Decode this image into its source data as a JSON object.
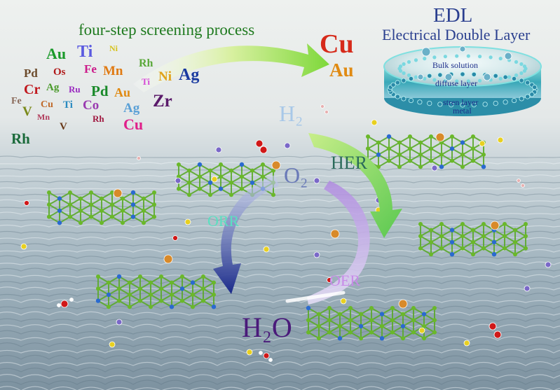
{
  "title": "four-step screening process",
  "elements": [
    {
      "symbol": "Au",
      "color": "#1a9a2a"
    },
    {
      "symbol": "Ti",
      "color": "#5a5ae0"
    },
    {
      "symbol": "Ni",
      "color": "#d6c21a"
    },
    {
      "symbol": "Pd",
      "color": "#6b4a2a"
    },
    {
      "symbol": "Os",
      "color": "#b01818"
    },
    {
      "symbol": "Fe",
      "color": "#cc1b8a"
    },
    {
      "symbol": "Mn",
      "color": "#e07a12"
    },
    {
      "symbol": "Rh",
      "color": "#5aa83a"
    },
    {
      "symbol": "Ni",
      "color": "#e0a21a"
    },
    {
      "symbol": "Ag",
      "color": "#1a3aa0"
    },
    {
      "symbol": "Cr",
      "color": "#c0181d"
    },
    {
      "symbol": "Ag",
      "color": "#4a9a2a"
    },
    {
      "symbol": "Ru",
      "color": "#9a2ac0"
    },
    {
      "symbol": "Pd",
      "color": "#1a8a2a"
    },
    {
      "symbol": "Au",
      "color": "#e08a12"
    },
    {
      "symbol": "Ti",
      "color": "#d64ad6"
    },
    {
      "symbol": "Zr",
      "color": "#5a1a6a"
    },
    {
      "symbol": "Fe",
      "color": "#8a6a5a"
    },
    {
      "symbol": "V",
      "color": "#7a8a1a"
    },
    {
      "symbol": "Cu",
      "color": "#c06a2a"
    },
    {
      "symbol": "Ti",
      "color": "#2a8ac0"
    },
    {
      "symbol": "Co",
      "color": "#9a3ab0"
    },
    {
      "symbol": "Ag",
      "color": "#5aa0d6"
    },
    {
      "symbol": "Mn",
      "color": "#b03a5a"
    },
    {
      "symbol": "Rh",
      "color": "#a01840"
    },
    {
      "symbol": "Cu",
      "color": "#e0208a"
    },
    {
      "symbol": "V",
      "color": "#6a3a1a"
    },
    {
      "symbol": "Rh",
      "color": "#1a6a3a"
    }
  ],
  "selected": [
    {
      "symbol": "Cu",
      "color": "#d62a1a"
    },
    {
      "symbol": "Au",
      "color": "#e08a12"
    }
  ],
  "edl": {
    "title": "EDL",
    "subtitle": "Electrical Double Layer",
    "layers": [
      "Bulk solution",
      "diffuse layer",
      "stren layer",
      "metal"
    ]
  },
  "reactions": {
    "h2": "H₂",
    "her": "HER",
    "o2": "O₂",
    "orr": "ORR",
    "oer": "OER",
    "h2o": "H₂O"
  },
  "colors": {
    "title_green": "#1f7a1f",
    "edl_blue": "#2a3f8f",
    "orr_arrow": "#1a2a8a",
    "oer_arrow": "#a070d8",
    "her_arrow": "#5ac850",
    "h2o_text": "#4a1a7a",
    "carbon": "#6ab82a",
    "nitrogen": "#2a6ad0",
    "oxygen": "#d01818",
    "sulfur": "#e8d020",
    "metal_atom": "#d88a2a",
    "hydrogen": "#f0f0f0"
  }
}
